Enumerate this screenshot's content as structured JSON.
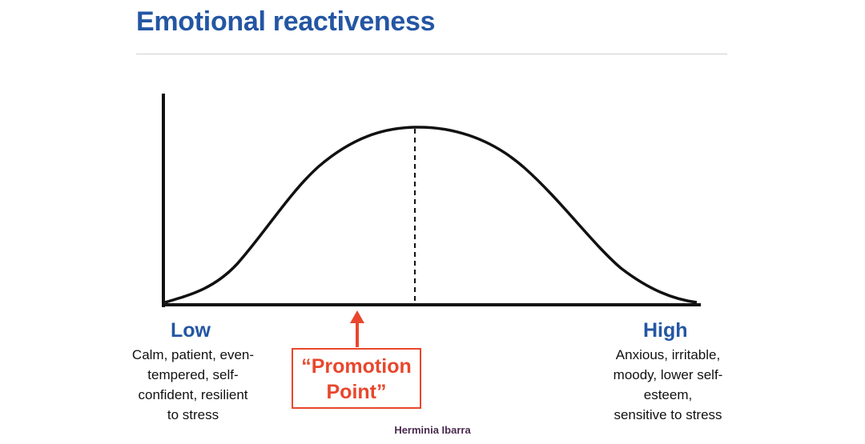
{
  "title": "Emotional reactiveness",
  "low": {
    "label": "Low",
    "description": [
      "Calm, patient, even-",
      "tempered, self-",
      "confident, resilient",
      "to stress"
    ]
  },
  "high": {
    "label": "High",
    "description": [
      "Anxious, irritable,",
      "moody, lower self-",
      "esteem,",
      "sensitive to stress"
    ]
  },
  "promotion_point": [
    "“Promotion",
    "Point”"
  ],
  "credit": "Herminia Ibarra",
  "colors": {
    "title": "#2456a3",
    "accent": "#e8472d",
    "axis": "#111111",
    "credit": "#4a2a4f"
  }
}
